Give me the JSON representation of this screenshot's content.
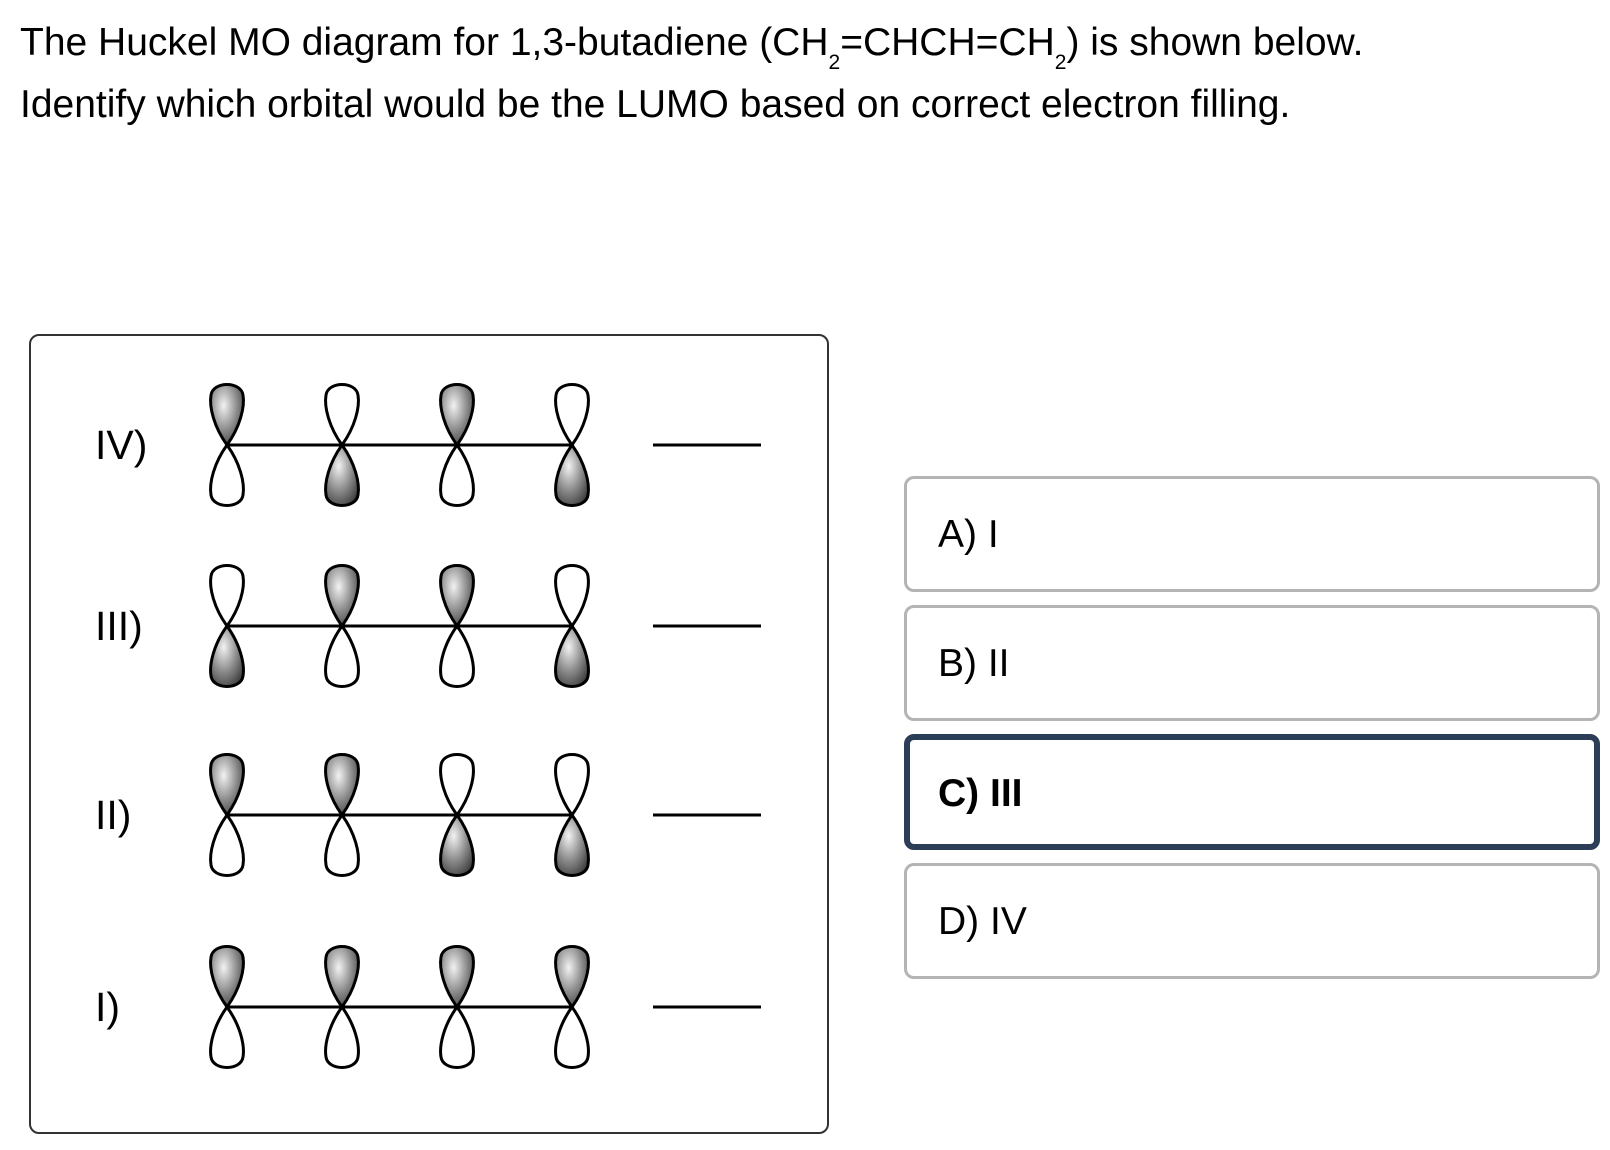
{
  "question": {
    "line1_part1": "The Huckel MO diagram for 1,3-butadiene (CH",
    "line1_sub1": "2",
    "line1_part2": "=CHCH=CH",
    "line1_sub2": "2",
    "line1_part3": ") is shown below.",
    "line2": "Identify which orbital would be the LUMO based on correct electron filling."
  },
  "diagram": {
    "orbitals": [
      {
        "label": "IV)",
        "top_lobes_shaded": [
          true,
          false,
          true,
          false
        ]
      },
      {
        "label": "III)",
        "top_lobes_shaded": [
          false,
          true,
          true,
          false
        ]
      },
      {
        "label": "II)",
        "top_lobes_shaded": [
          true,
          true,
          false,
          false
        ]
      },
      {
        "label": "I)",
        "top_lobes_shaded": [
          true,
          true,
          true,
          true
        ]
      }
    ],
    "lobe_shade_color": "#8a8a8a",
    "lobe_empty_color": "#ffffff"
  },
  "choices": [
    {
      "label": "A) I",
      "selected": false
    },
    {
      "label": "B) II",
      "selected": false
    },
    {
      "label": "C) III",
      "selected": true
    },
    {
      "label": "D) IV",
      "selected": false
    }
  ],
  "colors": {
    "selected_border": "#2c3e57",
    "choice_border": "#b4b4b4",
    "panel_border": "#333333"
  }
}
